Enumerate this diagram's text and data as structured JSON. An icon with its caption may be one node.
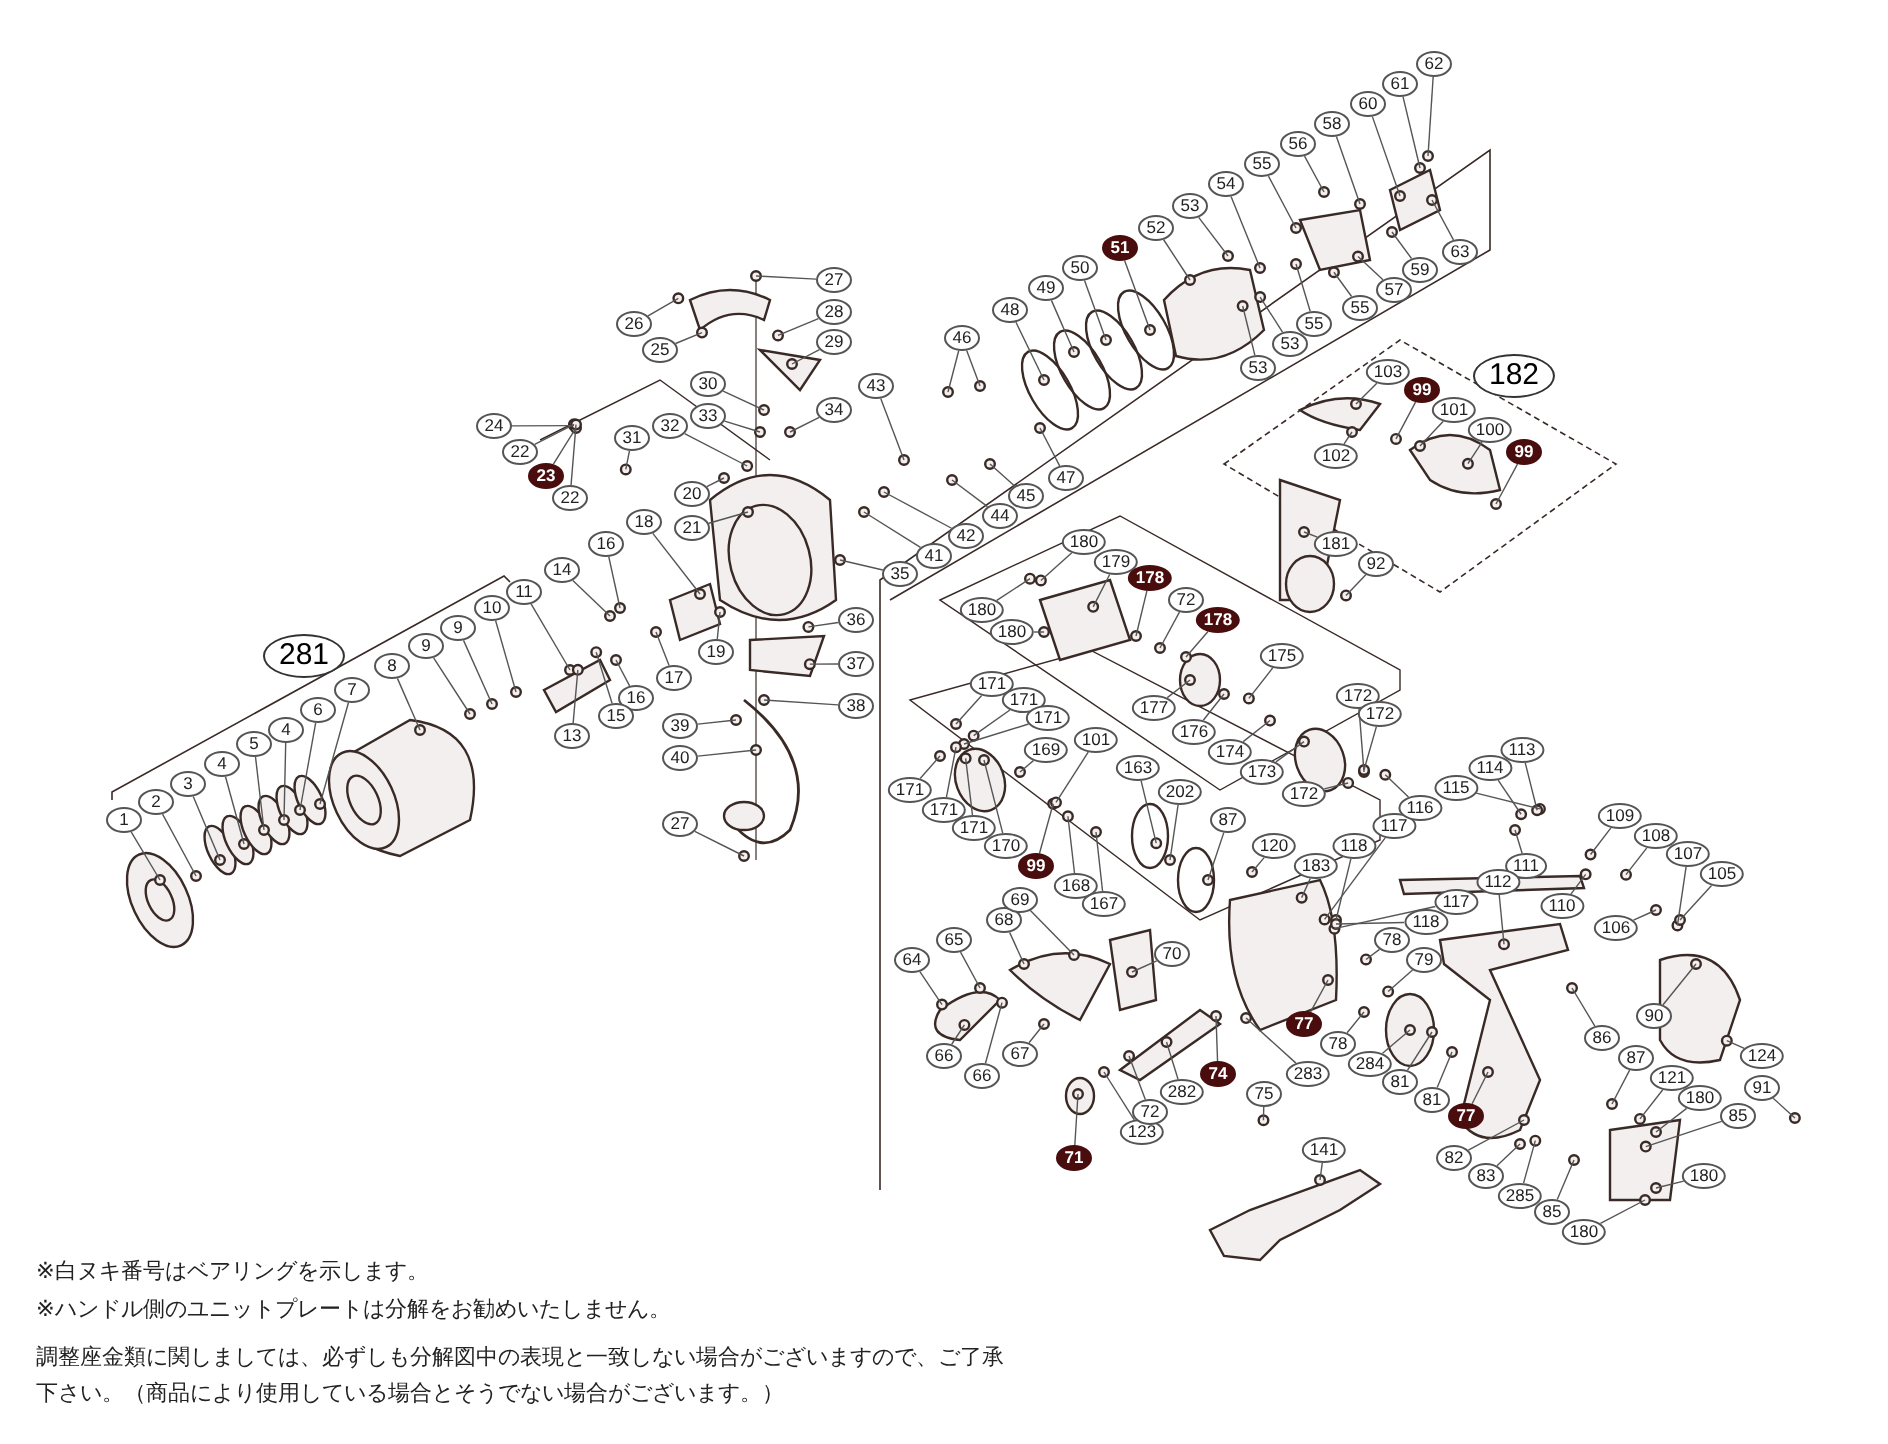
{
  "diagram": {
    "nodes": [
      {
        "text": [
          "1"
        ]
      },
      {
        "text": [
          "2"
        ]
      },
      {
        "text": [
          "3"
        ]
      },
      {
        "text": [
          "4"
        ]
      },
      {
        "text": [
          "5"
        ]
      },
      {
        "text": [
          "4"
        ]
      },
      {
        "text": [
          "6"
        ]
      },
      {
        "text": [
          "7"
        ]
      },
      {
        "text": [
          "8"
        ]
      },
      {
        "text": [
          "9"
        ]
      },
      {
        "text": [
          "9"
        ]
      },
      {
        "text": [
          "10"
        ]
      },
      {
        "text": [
          "11"
        ]
      },
      {
        "text": [
          "14"
        ]
      },
      {
        "text": [
          "13"
        ]
      },
      {
        "text": [
          "24"
        ]
      },
      {
        "text": [
          "22"
        ]
      },
      {
        "text": [
          "23"
        ]
      },
      {
        "text": [
          "22"
        ]
      },
      {
        "text": [
          "26"
        ]
      },
      {
        "text": [
          "25"
        ]
      },
      {
        "text": [
          "27"
        ]
      },
      {
        "text": [
          "28"
        ]
      },
      {
        "text": [
          "29"
        ]
      },
      {
        "text": [
          "30"
        ]
      },
      {
        "text": [
          "33"
        ]
      },
      {
        "text": [
          "32"
        ]
      },
      {
        "text": [
          "31"
        ]
      },
      {
        "text": [
          "34"
        ]
      },
      {
        "text": [
          "20"
        ]
      },
      {
        "text": [
          "21"
        ]
      },
      {
        "text": [
          "18"
        ]
      },
      {
        "text": [
          "16"
        ]
      },
      {
        "text": [
          "19"
        ]
      },
      {
        "text": [
          "17"
        ]
      },
      {
        "text": [
          "16"
        ]
      },
      {
        "text": [
          "15"
        ]
      },
      {
        "text": [
          "36"
        ]
      },
      {
        "text": [
          "37"
        ]
      },
      {
        "text": [
          "38"
        ]
      },
      {
        "text": [
          "39"
        ]
      },
      {
        "text": [
          "40"
        ]
      },
      {
        "text": [
          "27"
        ]
      },
      {
        "text": [
          "35"
        ]
      },
      {
        "text": [
          "41"
        ]
      },
      {
        "text": [
          "42"
        ]
      },
      {
        "text": [
          "44"
        ]
      },
      {
        "text": [
          "45"
        ]
      },
      {
        "text": [
          "47"
        ]
      },
      {
        "text": [
          "43"
        ]
      },
      {
        "text": [
          "46"
        ]
      },
      {
        "text": [
          "48"
        ]
      },
      {
        "text": [
          "49"
        ]
      },
      {
        "text": [
          "50"
        ]
      },
      {
        "text": [
          "51"
        ]
      },
      {
        "text": [
          "52"
        ]
      },
      {
        "text": [
          "53"
        ]
      },
      {
        "text": [
          "54"
        ]
      },
      {
        "text": [
          "55"
        ]
      },
      {
        "text": [
          "56"
        ]
      },
      {
        "text": [
          "58"
        ]
      },
      {
        "text": [
          "60"
        ]
      },
      {
        "text": [
          "61"
        ]
      },
      {
        "text": [
          "62"
        ]
      },
      {
        "text": [
          "63"
        ]
      },
      {
        "text": [
          "59"
        ]
      },
      {
        "text": [
          "57"
        ]
      },
      {
        "text": [
          "55"
        ]
      },
      {
        "text": [
          "55"
        ]
      },
      {
        "text": [
          "53"
        ]
      },
      {
        "text": [
          "53"
        ]
      },
      {
        "text": [
          "103"
        ]
      },
      {
        "text": [
          "99"
        ]
      },
      {
        "text": [
          "101"
        ]
      },
      {
        "text": [
          "100"
        ]
      },
      {
        "text": [
          "99"
        ]
      },
      {
        "text": [
          "102"
        ]
      },
      {
        "text": [
          "181"
        ]
      },
      {
        "text": [
          "92"
        ]
      },
      {
        "text": [
          "180"
        ]
      },
      {
        "text": [
          "179"
        ]
      },
      {
        "text": [
          "178"
        ]
      },
      {
        "text": [
          "72"
        ]
      },
      {
        "text": [
          "178"
        ]
      },
      {
        "text": [
          "180"
        ]
      },
      {
        "text": [
          "180"
        ]
      },
      {
        "text": [
          "177"
        ]
      },
      {
        "text": [
          "176"
        ]
      },
      {
        "text": [
          "175"
        ]
      },
      {
        "text": [
          "174"
        ]
      },
      {
        "text": [
          "173"
        ]
      },
      {
        "text": [
          "172"
        ]
      },
      {
        "text": [
          "172"
        ]
      },
      {
        "text": [
          "172"
        ]
      },
      {
        "text": [
          "171"
        ]
      },
      {
        "text": [
          "171"
        ]
      },
      {
        "text": [
          "171"
        ]
      },
      {
        "text": [
          "171"
        ]
      },
      {
        "text": [
          "171"
        ]
      },
      {
        "text": [
          "171"
        ]
      },
      {
        "text": [
          "170"
        ]
      },
      {
        "text": [
          "99"
        ]
      },
      {
        "text": [
          "169"
        ]
      },
      {
        "text": [
          "101"
        ]
      },
      {
        "text": [
          "168"
        ]
      },
      {
        "text": [
          "167"
        ]
      },
      {
        "text": [
          "163"
        ]
      },
      {
        "text": [
          "202"
        ]
      },
      {
        "text": [
          "87"
        ]
      },
      {
        "text": [
          "120"
        ]
      },
      {
        "text": [
          "183"
        ]
      },
      {
        "text": [
          "118"
        ]
      },
      {
        "text": [
          "117"
        ]
      },
      {
        "text": [
          "116"
        ]
      },
      {
        "text": [
          "115"
        ]
      },
      {
        "text": [
          "114"
        ]
      },
      {
        "text": [
          "113"
        ]
      },
      {
        "text": [
          "111"
        ]
      },
      {
        "text": [
          "112"
        ]
      },
      {
        "text": [
          "117"
        ]
      },
      {
        "text": [
          "118"
        ]
      },
      {
        "text": [
          "110"
        ]
      },
      {
        "text": [
          "109"
        ]
      },
      {
        "text": [
          "108"
        ]
      },
      {
        "text": [
          "107"
        ]
      },
      {
        "text": [
          "105"
        ]
      },
      {
        "text": [
          "106"
        ]
      },
      {
        "text": [
          "78"
        ]
      },
      {
        "text": [
          "79"
        ]
      },
      {
        "text": [
          "77"
        ]
      },
      {
        "text": [
          "78"
        ]
      },
      {
        "text": [
          "284"
        ]
      },
      {
        "text": [
          "81"
        ]
      },
      {
        "text": [
          "81"
        ]
      },
      {
        "text": [
          "77"
        ]
      },
      {
        "text": [
          "86"
        ]
      },
      {
        "text": [
          "87"
        ]
      },
      {
        "text": [
          "90"
        ]
      },
      {
        "text": [
          "121"
        ]
      },
      {
        "text": [
          "124"
        ]
      },
      {
        "text": [
          "91"
        ]
      },
      {
        "text": [
          "180"
        ]
      },
      {
        "text": [
          "85"
        ]
      },
      {
        "text": [
          "180"
        ]
      },
      {
        "text": [
          "82"
        ]
      },
      {
        "text": [
          "83"
        ]
      },
      {
        "text": [
          "285"
        ]
      },
      {
        "text": [
          "85"
        ]
      },
      {
        "text": [
          "180"
        ]
      },
      {
        "text": [
          "64"
        ]
      },
      {
        "text": [
          "65"
        ]
      },
      {
        "text": [
          "68"
        ]
      },
      {
        "text": [
          "69"
        ]
      },
      {
        "text": [
          "70"
        ]
      },
      {
        "text": [
          "67"
        ]
      },
      {
        "text": [
          "66"
        ]
      },
      {
        "text": [
          "66"
        ]
      },
      {
        "text": [
          "71"
        ]
      },
      {
        "text": [
          "123"
        ]
      },
      {
        "text": [
          "72"
        ]
      },
      {
        "text": [
          "282"
        ]
      },
      {
        "text": [
          "74"
        ]
      },
      {
        "text": [
          "75"
        ]
      },
      {
        "text": [
          "283"
        ]
      },
      {
        "text": [
          "141"
        ]
      }
    ],
    "edges": [
      {
        "from": 0,
        "to": null,
        "arrow": "none"
      },
      {
        "from": 1,
        "to": null,
        "arrow": "none"
      },
      {
        "from": 2,
        "to": null,
        "arrow": "none"
      },
      {
        "from": 3,
        "to": null,
        "arrow": "none"
      },
      {
        "from": 4,
        "to": null,
        "arrow": "none"
      },
      {
        "from": 5,
        "to": null,
        "arrow": "none"
      },
      {
        "from": 6,
        "to": null,
        "arrow": "none"
      },
      {
        "from": 7,
        "to": null,
        "arrow": "none"
      },
      {
        "from": 8,
        "to": null,
        "arrow": "none"
      },
      {
        "from": 9,
        "to": null,
        "arrow": "none"
      },
      {
        "from": 10,
        "to": null,
        "arrow": "none"
      },
      {
        "from": 11,
        "to": null,
        "arrow": "none"
      },
      {
        "from": 12,
        "to": null,
        "arrow": "none"
      },
      {
        "from": 13,
        "to": null,
        "arrow": "none"
      },
      {
        "from": 14,
        "to": null,
        "arrow": "none"
      },
      {
        "from": 15,
        "to": null,
        "arrow": "none"
      },
      {
        "from": 16,
        "to": null,
        "arrow": "none"
      },
      {
        "from": 17,
        "to": null,
        "arrow": "none"
      },
      {
        "from": 18,
        "to": null,
        "arrow": "none"
      },
      {
        "from": 19,
        "to": null,
        "arrow": "none"
      },
      {
        "from": 20,
        "to": null,
        "arrow": "none"
      },
      {
        "from": 21,
        "to": null,
        "arrow": "none"
      },
      {
        "from": 22,
        "to": null,
        "arrow": "none"
      },
      {
        "from": 23,
        "to": null,
        "arrow": "none"
      },
      {
        "from": 24,
        "to": null,
        "arrow": "none"
      },
      {
        "from": 25,
        "to": null,
        "arrow": "none"
      },
      {
        "from": 26,
        "to": null,
        "arrow": "none"
      },
      {
        "from": 27,
        "to": null,
        "arrow": "none"
      },
      {
        "from": 28,
        "to": null,
        "arrow": "none"
      },
      {
        "from": 29,
        "to": null,
        "arrow": "none"
      },
      {
        "from": 30,
        "to": null,
        "arrow": "none"
      },
      {
        "from": 31,
        "to": null,
        "arrow": "none"
      },
      {
        "from": 32,
        "to": null,
        "arrow": "none"
      },
      {
        "from": 33,
        "to": null,
        "arrow": "none"
      },
      {
        "from": 34,
        "to": null,
        "arrow": "none"
      },
      {
        "from": 35,
        "to": null,
        "arrow": "none"
      },
      {
        "from": 36,
        "to": null,
        "arrow": "none"
      },
      {
        "from": 37,
        "to": null,
        "arrow": "none"
      },
      {
        "from": 38,
        "to": null,
        "arrow": "none"
      },
      {
        "from": 39,
        "to": null,
        "arrow": "none"
      },
      {
        "from": 40,
        "to": null,
        "arrow": "none"
      },
      {
        "from": 41,
        "to": null,
        "arrow": "none"
      },
      {
        "from": 42,
        "to": null,
        "arrow": "none"
      },
      {
        "from": 43,
        "to": null,
        "arrow": "none"
      },
      {
        "from": 44,
        "to": null,
        "arrow": "none"
      },
      {
        "from": 45,
        "to": null,
        "arrow": "none"
      },
      {
        "from": 46,
        "to": null,
        "arrow": "none"
      },
      {
        "from": 47,
        "to": null,
        "arrow": "none"
      },
      {
        "from": 48,
        "to": null,
        "arrow": "none"
      },
      {
        "from": 49,
        "to": null,
        "arrow": "none"
      },
      {
        "from": 50,
        "to": null,
        "arrow": "none"
      },
      {
        "from": 50,
        "to": null,
        "arrow": "none"
      },
      {
        "from": 51,
        "to": null,
        "arrow": "none"
      },
      {
        "from": 52,
        "to": null,
        "arrow": "none"
      },
      {
        "from": 53,
        "to": null,
        "arrow": "none"
      },
      {
        "from": 54,
        "to": null,
        "arrow": "none"
      },
      {
        "from": 55,
        "to": null,
        "arrow": "none"
      },
      {
        "from": 56,
        "to": null,
        "arrow": "none"
      },
      {
        "from": 57,
        "to": null,
        "arrow": "none"
      },
      {
        "from": 58,
        "to": null,
        "arrow": "none"
      },
      {
        "from": 59,
        "to": null,
        "arrow": "none"
      },
      {
        "from": 60,
        "to": null,
        "arrow": "none"
      },
      {
        "from": 61,
        "to": null,
        "arrow": "none"
      },
      {
        "from": 62,
        "to": null,
        "arrow": "none"
      },
      {
        "from": 63,
        "to": null,
        "arrow": "none"
      },
      {
        "from": 64,
        "to": null,
        "arrow": "none"
      },
      {
        "from": 65,
        "to": null,
        "arrow": "none"
      },
      {
        "from": 66,
        "to": null,
        "arrow": "none"
      },
      {
        "from": 67,
        "to": null,
        "arrow": "none"
      },
      {
        "from": 68,
        "to": null,
        "arrow": "none"
      },
      {
        "from": 69,
        "to": null,
        "arrow": "none"
      },
      {
        "from": 70,
        "to": null,
        "arrow": "none"
      },
      {
        "from": 71,
        "to": null,
        "arrow": "none"
      },
      {
        "from": 72,
        "to": null,
        "arrow": "none"
      },
      {
        "from": 73,
        "to": null,
        "arrow": "none"
      },
      {
        "from": 74,
        "to": null,
        "arrow": "none"
      },
      {
        "from": 75,
        "to": null,
        "arrow": "none"
      },
      {
        "from": 76,
        "to": null,
        "arrow": "none"
      },
      {
        "from": 77,
        "to": null,
        "arrow": "none"
      },
      {
        "from": 78,
        "to": null,
        "arrow": "none"
      },
      {
        "from": 79,
        "to": null,
        "arrow": "none"
      },
      {
        "from": 80,
        "to": null,
        "arrow": "none"
      },
      {
        "from": 81,
        "to": null,
        "arrow": "none"
      },
      {
        "from": 82,
        "to": null,
        "arrow": "none"
      },
      {
        "from": 83,
        "to": null,
        "arrow": "none"
      },
      {
        "from": 84,
        "to": null,
        "arrow": "none"
      },
      {
        "from": 85,
        "to": null,
        "arrow": "none"
      },
      {
        "from": 86,
        "to": null,
        "arrow": "none"
      },
      {
        "from": 87,
        "to": null,
        "arrow": "none"
      },
      {
        "from": 88,
        "to": null,
        "arrow": "none"
      },
      {
        "from": 89,
        "to": null,
        "arrow": "none"
      },
      {
        "from": 90,
        "to": null,
        "arrow": "none"
      },
      {
        "from": 91,
        "to": null,
        "arrow": "none"
      },
      {
        "from": 92,
        "to": null,
        "arrow": "none"
      },
      {
        "from": 93,
        "to": null,
        "arrow": "none"
      },
      {
        "from": 94,
        "to": null,
        "arrow": "none"
      },
      {
        "from": 95,
        "to": null,
        "arrow": "none"
      },
      {
        "from": 96,
        "to": null,
        "arrow": "none"
      },
      {
        "from": 97,
        "to": null,
        "arrow": "none"
      },
      {
        "from": 98,
        "to": null,
        "arrow": "none"
      },
      {
        "from": 99,
        "to": null,
        "arrow": "none"
      },
      {
        "from": 100,
        "to": null,
        "arrow": "none"
      },
      {
        "from": 101,
        "to": null,
        "arrow": "none"
      },
      {
        "from": 102,
        "to": null,
        "arrow": "none"
      },
      {
        "from": 103,
        "to": null,
        "arrow": "none"
      },
      {
        "from": 104,
        "to": null,
        "arrow": "none"
      },
      {
        "from": 105,
        "to": null,
        "arrow": "none"
      },
      {
        "from": 106,
        "to": null,
        "arrow": "none"
      },
      {
        "from": 107,
        "to": null,
        "arrow": "none"
      },
      {
        "from": 108,
        "to": null,
        "arrow": "none"
      },
      {
        "from": 109,
        "to": null,
        "arrow": "none"
      },
      {
        "from": 110,
        "to": null,
        "arrow": "none"
      },
      {
        "from": 111,
        "to": null,
        "arrow": "none"
      },
      {
        "from": 112,
        "to": null,
        "arrow": "none"
      },
      {
        "from": 113,
        "to": null,
        "arrow": "none"
      },
      {
        "from": 114,
        "to": null,
        "arrow": "none"
      },
      {
        "from": 115,
        "to": null,
        "arrow": "none"
      },
      {
        "from": 116,
        "to": null,
        "arrow": "none"
      },
      {
        "from": 117,
        "to": null,
        "arrow": "none"
      },
      {
        "from": 118,
        "to": null,
        "arrow": "none"
      },
      {
        "from": 119,
        "to": null,
        "arrow": "none"
      },
      {
        "from": 120,
        "to": null,
        "arrow": "none"
      },
      {
        "from": 121,
        "to": null,
        "arrow": "none"
      },
      {
        "from": 122,
        "to": null,
        "arrow": "none"
      },
      {
        "from": 123,
        "to": null,
        "arrow": "none"
      },
      {
        "from": 124,
        "to": null,
        "arrow": "none"
      },
      {
        "from": 125,
        "to": null,
        "arrow": "none"
      },
      {
        "from": 126,
        "to": null,
        "arrow": "none"
      },
      {
        "from": 127,
        "to": null,
        "arrow": "none"
      },
      {
        "from": 128,
        "to": null,
        "arrow": "none"
      },
      {
        "from": 129,
        "to": null,
        "arrow": "none"
      },
      {
        "from": 130,
        "to": null,
        "arrow": "none"
      },
      {
        "from": 131,
        "to": null,
        "arrow": "none"
      },
      {
        "from": 132,
        "to": null,
        "arrow": "none"
      },
      {
        "from": 133,
        "to": null,
        "arrow": "none"
      },
      {
        "from": 134,
        "to": null,
        "arrow": "none"
      },
      {
        "from": 135,
        "to": null,
        "arrow": "none"
      },
      {
        "from": 136,
        "to": null,
        "arrow": "none"
      },
      {
        "from": 137,
        "to": null,
        "arrow": "none"
      },
      {
        "from": 138,
        "to": null,
        "arrow": "none"
      },
      {
        "from": 139,
        "to": null,
        "arrow": "none"
      },
      {
        "from": 140,
        "to": null,
        "arrow": "none"
      },
      {
        "from": 141,
        "to": null,
        "arrow": "none"
      },
      {
        "from": 142,
        "to": null,
        "arrow": "none"
      },
      {
        "from": 143,
        "to": null,
        "arrow": "none"
      },
      {
        "from": 144,
        "to": null,
        "arrow": "none"
      },
      {
        "from": 145,
        "to": null,
        "arrow": "none"
      },
      {
        "from": 146,
        "to": null,
        "arrow": "none"
      },
      {
        "from": 147,
        "to": null,
        "arrow": "none"
      },
      {
        "from": 148,
        "to": null,
        "arrow": "none"
      },
      {
        "from": 149,
        "to": null,
        "arrow": "none"
      },
      {
        "from": 150,
        "to": null,
        "arrow": "none"
      },
      {
        "from": 151,
        "to": null,
        "arrow": "none"
      },
      {
        "from": 152,
        "to": null,
        "arrow": "none"
      },
      {
        "from": 153,
        "to": null,
        "arrow": "none"
      },
      {
        "from": 154,
        "to": null,
        "arrow": "none"
      },
      {
        "from": 155,
        "to": null,
        "arrow": "none"
      },
      {
        "from": 156,
        "to": null,
        "arrow": "none"
      },
      {
        "from": 157,
        "to": null,
        "arrow": "none"
      },
      {
        "from": 158,
        "to": null,
        "arrow": "none"
      },
      {
        "from": 159,
        "to": null,
        "arrow": "none"
      },
      {
        "from": 160,
        "to": null,
        "arrow": "none"
      },
      {
        "from": 161,
        "to": null,
        "arrow": "none"
      },
      {
        "from": 162,
        "to": null,
        "arrow": "none"
      },
      {
        "from": 163,
        "to": null,
        "arrow": "none"
      },
      {
        "from": 164,
        "to": null,
        "arrow": "none"
      }
    ],
    "labels": [
      "281",
      "182",
      "※白ヌキ番号はベアリングを示します。",
      "※ハンドル側のユニットプレートは分解をお勧めいたしません。",
      "調整座金類に関しましては、必ずしも分解図中の表現と一致しない場合がございますので、ご了承下さい。（商品により使用している場合とそうでない場合がございます。）"
    ]
  }
}
